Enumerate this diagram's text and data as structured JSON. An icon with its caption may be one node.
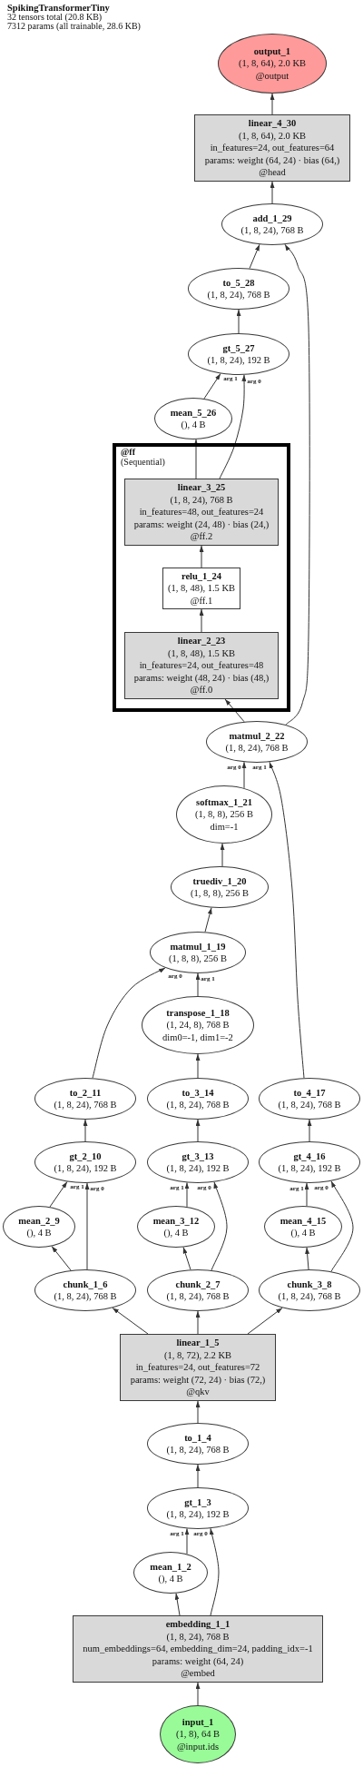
{
  "diagram": {
    "title": "SpikingTransformerTiny",
    "labels": [
      "32 tensors total (20.8 KB)",
      "7312 params (all trainable, 28.6 KB)"
    ],
    "nodes": [
      {
        "text": [
          "output_1",
          "(1, 8, 64), 2.0 KB",
          "@output"
        ]
      },
      {
        "text": [
          "linear_4_30",
          "(1, 8, 64), 2.0 KB",
          "in_features=24, out_features=64",
          "params: weight (64, 24) · bias (64,)",
          "@head"
        ]
      },
      {
        "text": [
          "add_1_29",
          "(1, 8, 24), 768 B"
        ]
      },
      {
        "text": [
          "to_5_28",
          "(1, 8, 24), 768 B"
        ]
      },
      {
        "text": [
          "gt_5_27",
          "(1, 8, 24), 192 B"
        ]
      },
      {
        "text": [
          "mean_5_26",
          "(), 4 B"
        ]
      },
      {
        "text": [
          "@ff",
          "(Sequential)"
        ]
      },
      {
        "text": [
          "linear_3_25",
          "(1, 8, 24), 768 B",
          "in_features=48, out_features=24",
          "params: weight (24, 48) · bias (24,)",
          "@ff.2"
        ],
        "in": 6
      },
      {
        "text": [
          "relu_1_24",
          "(1, 8, 48), 1.5 KB",
          "@ff.1"
        ],
        "in": 6
      },
      {
        "text": [
          "linear_2_23",
          "(1, 8, 48), 1.5 KB",
          "in_features=24, out_features=48",
          "params: weight (48, 24) · bias (48,)",
          "@ff.0"
        ],
        "in": 6
      },
      {
        "text": [
          "matmul_2_22",
          "(1, 8, 24), 768 B"
        ]
      },
      {
        "text": [
          "softmax_1_21",
          "(1, 8, 8), 256 B",
          "dim=-1"
        ]
      },
      {
        "text": [
          "truediv_1_20",
          "(1, 8, 8), 256 B"
        ]
      },
      {
        "text": [
          "matmul_1_19",
          "(1, 8, 8), 256 B"
        ]
      },
      {
        "text": [
          "transpose_1_18",
          "(1, 24, 8), 768 B",
          "dim0=-1, dim1=-2"
        ]
      },
      {
        "text": [
          "to_2_11",
          "(1, 8, 24), 768 B"
        ]
      },
      {
        "text": [
          "to_3_14",
          "(1, 8, 24), 768 B"
        ]
      },
      {
        "text": [
          "to_4_17",
          "(1, 8, 24), 768 B"
        ]
      },
      {
        "text": [
          "gt_2_10",
          "(1, 8, 24), 192 B"
        ]
      },
      {
        "text": [
          "gt_3_13",
          "(1, 8, 24), 192 B"
        ]
      },
      {
        "text": [
          "gt_4_16",
          "(1, 8, 24), 192 B"
        ]
      },
      {
        "text": [
          "mean_2_9",
          "(), 4 B"
        ]
      },
      {
        "text": [
          "mean_3_12",
          "(), 4 B"
        ]
      },
      {
        "text": [
          "mean_4_15",
          "(), 4 B"
        ]
      },
      {
        "text": [
          "chunk_1_6",
          "(1, 8, 24), 768 B"
        ]
      },
      {
        "text": [
          "chunk_2_7",
          "(1, 8, 24), 768 B"
        ]
      },
      {
        "text": [
          "chunk_3_8",
          "(1, 8, 24), 768 B"
        ]
      },
      {
        "text": [
          "linear_1_5",
          "(1, 8, 72), 2.2 KB",
          "in_features=24, out_features=72",
          "params: weight (72, 24) · bias (72,)",
          "@qkv"
        ]
      },
      {
        "text": [
          "to_1_4",
          "(1, 8, 24), 768 B"
        ]
      },
      {
        "text": [
          "gt_1_3",
          "(1, 8, 24), 192 B"
        ]
      },
      {
        "text": [
          "mean_1_2",
          "(), 4 B"
        ]
      },
      {
        "text": [
          "embedding_1_1",
          "(1, 8, 24), 768 B",
          "num_embeddings=64, embedding_dim=24, padding_idx=-1",
          "params: weight (64, 24)",
          "@embed"
        ]
      },
      {
        "text": [
          "input_1",
          "(1, 8), 64 B",
          "@input.ids"
        ]
      }
    ],
    "edges": [
      {
        "from": 1,
        "to": 0,
        "arrow": "to"
      },
      {
        "from": 2,
        "to": 1,
        "arrow": "to"
      },
      {
        "from": 3,
        "to": 2,
        "arrow": "to"
      },
      {
        "from": 10,
        "to": 2,
        "arrow": "to"
      },
      {
        "from": 4,
        "to": 3,
        "arrow": "to"
      },
      {
        "from": 5,
        "to": 4,
        "arrow": "to",
        "label": "arg 1"
      },
      {
        "from": 7,
        "to": 4,
        "arrow": "to",
        "label": "arg 0"
      },
      {
        "from": 7,
        "to": 5,
        "arrow": "to"
      },
      {
        "from": 8,
        "to": 7,
        "arrow": "to"
      },
      {
        "from": 9,
        "to": 8,
        "arrow": "to"
      },
      {
        "from": 10,
        "to": 9,
        "arrow": "to"
      },
      {
        "from": 11,
        "to": 10,
        "arrow": "to",
        "label": "arg 0"
      },
      {
        "from": 17,
        "to": 10,
        "arrow": "to",
        "label": "arg 1"
      },
      {
        "from": 12,
        "to": 11,
        "arrow": "to"
      },
      {
        "from": 13,
        "to": 12,
        "arrow": "to"
      },
      {
        "from": 15,
        "to": 13,
        "arrow": "to",
        "label": "arg 0"
      },
      {
        "from": 14,
        "to": 13,
        "arrow": "to",
        "label": "arg 1"
      },
      {
        "from": 16,
        "to": 14,
        "arrow": "to"
      },
      {
        "from": 18,
        "to": 15,
        "arrow": "to"
      },
      {
        "from": 19,
        "to": 16,
        "arrow": "to"
      },
      {
        "from": 20,
        "to": 17,
        "arrow": "to"
      },
      {
        "from": 21,
        "to": 18,
        "arrow": "to",
        "label": "arg 1"
      },
      {
        "from": 24,
        "to": 18,
        "arrow": "to",
        "label": "arg 0"
      },
      {
        "from": 22,
        "to": 19,
        "arrow": "to",
        "label": "arg 1"
      },
      {
        "from": 25,
        "to": 19,
        "arrow": "to",
        "label": "arg 0"
      },
      {
        "from": 23,
        "to": 20,
        "arrow": "to",
        "label": "arg 1"
      },
      {
        "from": 26,
        "to": 20,
        "arrow": "to",
        "label": "arg 0"
      },
      {
        "from": 24,
        "to": 21,
        "arrow": "to"
      },
      {
        "from": 25,
        "to": 22,
        "arrow": "to"
      },
      {
        "from": 26,
        "to": 23,
        "arrow": "to"
      },
      {
        "from": 27,
        "to": 24,
        "arrow": "to"
      },
      {
        "from": 27,
        "to": 25,
        "arrow": "to"
      },
      {
        "from": 27,
        "to": 26,
        "arrow": "to"
      },
      {
        "from": 28,
        "to": 27,
        "arrow": "to"
      },
      {
        "from": 29,
        "to": 28,
        "arrow": "to"
      },
      {
        "from": 30,
        "to": 29,
        "arrow": "to",
        "label": "arg 1"
      },
      {
        "from": 31,
        "to": 29,
        "arrow": "to",
        "label": "arg 0"
      },
      {
        "from": 31,
        "to": 30,
        "arrow": "to"
      },
      {
        "from": 32,
        "to": 31,
        "arrow": "to"
      }
    ]
  }
}
